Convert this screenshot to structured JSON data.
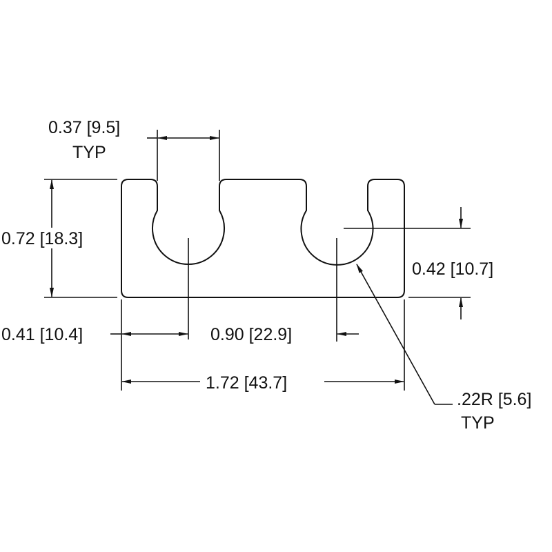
{
  "drawing": {
    "dims": {
      "slot_width": "0.37 [9.5]",
      "slot_width_note": "TYP",
      "height": "0.72 [18.3]",
      "slot_depth": "0.42 [10.7]",
      "edge_to_slot": "0.41 [10.4]",
      "slot_spacing": "0.90 [22.9]",
      "overall_width": "1.72 [43.7]",
      "radius": ".22R [5.6]",
      "radius_note": "TYP"
    },
    "line_color": "#111111"
  }
}
